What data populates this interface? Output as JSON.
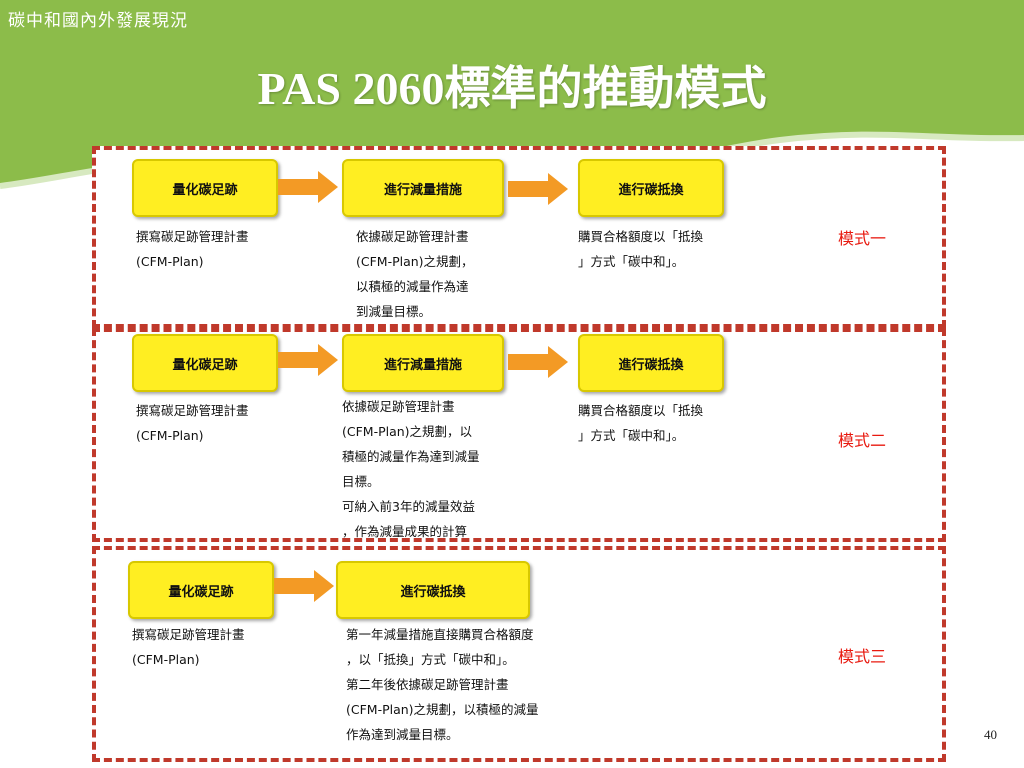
{
  "header": {
    "section_label": "碳中和國內外發展現況",
    "title": "PAS 2060標準的推動模式"
  },
  "colors": {
    "header_green": "#8cbc4a",
    "box_yellow": "#ffee22",
    "arrow_orange": "#f39a25",
    "dash_red": "#c0392b",
    "mode_red": "#e8190f"
  },
  "modes": [
    {
      "label": "模式一",
      "steps": [
        "量化碳足跡",
        "進行減量措施",
        "進行碳抵換"
      ],
      "descriptions": [
        "撰寫碳足跡管理計畫\n(CFM-Plan)",
        "依據碳足跡管理計畫\n(CFM-Plan)之規劃，\n以積極的減量作為達\n到減量目標。",
        "購買合格額度以「抵換\n」方式「碳中和」。"
      ]
    },
    {
      "label": "模式二",
      "steps": [
        "量化碳足跡",
        "進行減量措施",
        "進行碳抵換"
      ],
      "descriptions": [
        "撰寫碳足跡管理計畫\n(CFM-Plan)",
        "依據碳足跡管理計畫\n(CFM-Plan)之規劃，以\n積極的減量作為達到減量\n目標。\n可納入前3年的減量效益\n，作為減量成果的計算",
        "購買合格額度以「抵換\n」方式「碳中和」。"
      ]
    },
    {
      "label": "模式三",
      "steps": [
        "量化碳足跡",
        "進行碳抵換"
      ],
      "descriptions": [
        "撰寫碳足跡管理計畫\n(CFM-Plan)",
        "第一年減量措施直接購買合格額度\n，以「抵換」方式「碳中和」。\n第二年後依據碳足跡管理計畫\n(CFM-Plan)之規劃，以積極的減量\n作為達到減量目標。"
      ]
    }
  ],
  "footer": {
    "page_number": "40"
  }
}
